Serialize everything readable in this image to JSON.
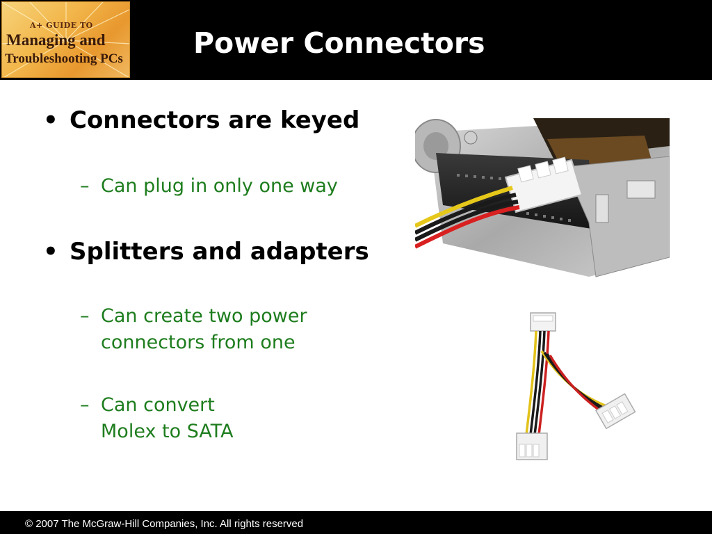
{
  "logo": {
    "line1": "A+ GUIDE TO",
    "line2": "Managing and",
    "line3": "Troubleshooting PCs"
  },
  "slide": {
    "title": "Power Connectors",
    "bullets": [
      {
        "text": "Connectors are keyed",
        "subs": [
          "Can plug in only one way"
        ]
      },
      {
        "text": "Splitters and adapters",
        "subs": [
          [
            "Can create two power",
            "connectors from one"
          ],
          [
            "Can convert",
            "Molex to SATA"
          ]
        ]
      }
    ]
  },
  "images": {
    "photo1": "floppy-drive-power-connector-photo",
    "photo2": "power-splitter-cable-photo"
  },
  "footer": {
    "text": "© 2007 The McGraw-Hill Companies, Inc. All rights reserved"
  },
  "colors": {
    "header_bg": "#000000",
    "title": "#ffffff",
    "bullet": "#000000",
    "sub_bullet": "#1e7d1e"
  }
}
